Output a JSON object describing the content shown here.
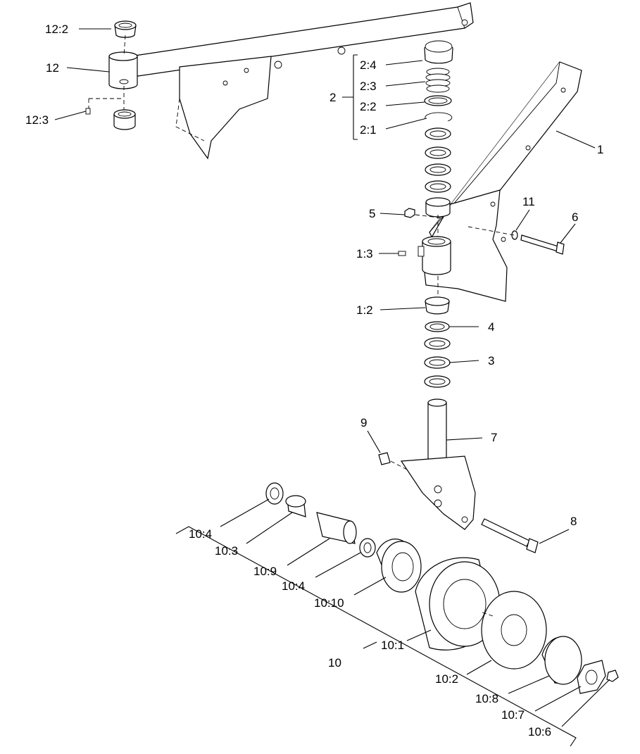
{
  "callouts": {
    "c12_2": "12:2",
    "c12": "12",
    "c12_3": "12:3",
    "c2_4": "2:4",
    "c2_3": "2:3",
    "c2": "2",
    "c2_2": "2:2",
    "c2_1": "2:1",
    "c1": "1",
    "c5": "5",
    "c11": "11",
    "c6": "6",
    "c1_3": "1:3",
    "c1_2": "1:2",
    "c4": "4",
    "c3": "3",
    "c9": "9",
    "c7": "7",
    "c8": "8",
    "c10_4a": "10:4",
    "c10_3": "10:3",
    "c10_9": "10:9",
    "c10_4b": "10:4",
    "c10_10": "10:10",
    "c10_1": "10:1",
    "c10": "10",
    "c10_2": "10:2",
    "c10_8": "10:8",
    "c10_7": "10:7",
    "c10_6": "10:6"
  }
}
